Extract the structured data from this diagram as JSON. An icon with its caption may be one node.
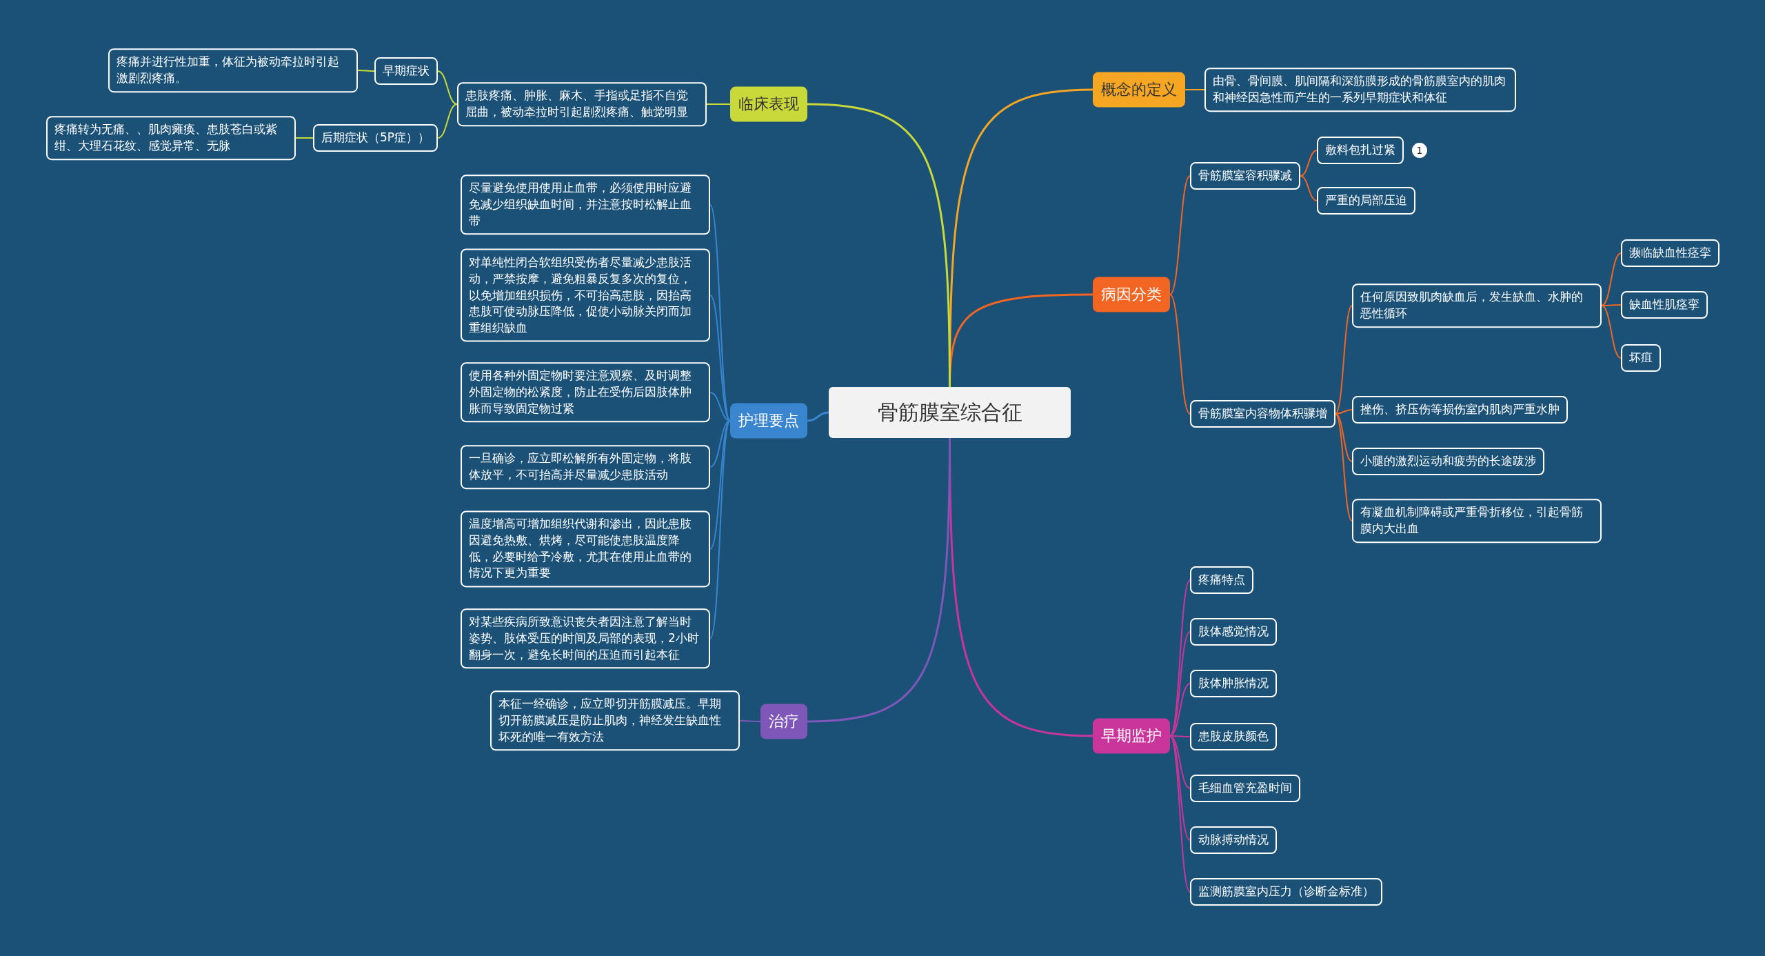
{
  "diagram": {
    "nodes": [
      {
        "text": [
          "骨筋膜室综合征"
        ]
      },
      {
        "text": [
          "概念的定义"
        ]
      },
      {
        "text": [
          "由骨、骨间膜、肌间隔和深筋膜形成的骨筋膜室内的肌肉和神经因急性而产生的一系列早期症状和体征"
        ]
      },
      {
        "text": [
          "病因分类"
        ]
      },
      {
        "text": [
          "骨筋膜室容积骤减"
        ]
      },
      {
        "text": [
          "敷料包扎过紧"
        ],
        "beside": [
          "1"
        ]
      },
      {
        "text": [
          "严重的局部压迫"
        ]
      },
      {
        "text": [
          "骨筋膜室内容物体积骤增"
        ]
      },
      {
        "text": [
          "任何原因致肌肉缺血后，发生缺血、水肿的恶性循环"
        ]
      },
      {
        "text": [
          "濒临缺血性痉挛"
        ]
      },
      {
        "text": [
          "缺血性肌痉挛"
        ]
      },
      {
        "text": [
          "坏疽"
        ]
      },
      {
        "text": [
          "挫伤、挤压伤等损伤室内肌肉严重水肿"
        ]
      },
      {
        "text": [
          "小腿的激烈运动和疲劳的长途跋涉"
        ]
      },
      {
        "text": [
          "有凝血机制障碍或严重骨折移位，引起骨筋膜内大出血"
        ]
      },
      {
        "text": [
          "早期监护"
        ]
      },
      {
        "text": [
          "疼痛特点"
        ]
      },
      {
        "text": [
          "肢体感觉情况"
        ]
      },
      {
        "text": [
          "肢体肿胀情况"
        ]
      },
      {
        "text": [
          "患肢皮肤颜色"
        ]
      },
      {
        "text": [
          "毛细血管充盈时间"
        ]
      },
      {
        "text": [
          "动脉搏动情况"
        ]
      },
      {
        "text": [
          "监测筋膜室内压力（诊断金标准）"
        ]
      },
      {
        "text": [
          "临床表现"
        ]
      },
      {
        "text": [
          "患肢疼痛、肿胀、麻木、手指或足指不自觉屈曲，被动牵拉时引起剧烈疼痛、触觉明显"
        ]
      },
      {
        "text": [
          "早期症状"
        ]
      },
      {
        "text": [
          "疼痛并进行性加重，体征为被动牵拉时引起激剧烈疼痛。"
        ]
      },
      {
        "text": [
          "后期症状（5P症））"
        ]
      },
      {
        "text": [
          "疼痛转为无痛、、肌肉瘫痪、患肢苍白或紫绀、大理石花纹、感觉异常、无脉"
        ]
      },
      {
        "text": [
          "护理要点"
        ]
      },
      {
        "text": [
          "尽量避免使用使用止血带，必须使用时应避免减少组织缺血时间，并注意按时松解止血带"
        ]
      },
      {
        "text": [
          "对单纯性闭合软组织受伤者尽量减少患肢活动，严禁按摩，避免粗暴反复多次的复位，以免增加组织损伤，不可抬高患肢，因抬高患肢可使动脉压降低，促使小动脉关闭而加重组织缺血"
        ]
      },
      {
        "text": [
          "使用各种外固定物时要注意观察、及时调整外固定物的松紧度，防止在受伤后因肢体肿胀而导致固定物过紧"
        ]
      },
      {
        "text": [
          "一旦确诊，应立即松解所有外固定物，将肢体放平，不可抬高并尽量减少患肢活动"
        ]
      },
      {
        "text": [
          "温度增高可增加组织代谢和渗出，因此患肢因避免热敷、烘烤，尽可能使患肢温度降低，必要时给予冷敷，尤其在使用止血带的情况下更为重要"
        ]
      },
      {
        "text": [
          "对某些疾病所致意识丧失者因注意了解当时姿势、肢体受压的时间及局部的表现，2小时翻身一次，避免长时间的压迫而引起本征"
        ]
      },
      {
        "text": [
          "治疗"
        ]
      },
      {
        "text": [
          "本征一经确诊，应立即切开筋膜减压。早期切开筋膜减压是防止肌肉，神经发生缺血性坏死的唯一有效方法"
        ]
      }
    ],
    "edges": [
      {
        "from": 0,
        "to": 1,
        "arrow": "none",
        "color": "#f5a623"
      },
      {
        "from": 1,
        "to": 2,
        "arrow": "none",
        "color": "#f5a623"
      },
      {
        "from": 0,
        "to": 3,
        "arrow": "none"
      },
      {
        "from": 3,
        "to": 4,
        "arrow": "none"
      },
      {
        "from": 4,
        "to": 5,
        "arrow": "none"
      },
      {
        "from": 4,
        "to": 6,
        "arrow": "none"
      },
      {
        "from": 3,
        "to": 7,
        "arrow": "none"
      },
      {
        "from": 7,
        "to": 8,
        "arrow": "none"
      },
      {
        "from": 8,
        "to": 9,
        "arrow": "none"
      },
      {
        "from": 8,
        "to": 10,
        "arrow": "none"
      },
      {
        "from": 8,
        "to": 11,
        "arrow": "none"
      },
      {
        "from": 7,
        "to": 12,
        "arrow": "none"
      },
      {
        "from": 7,
        "to": 13,
        "arrow": "none"
      },
      {
        "from": 7,
        "to": 14,
        "arrow": "none"
      },
      {
        "from": 0,
        "to": 15,
        "arrow": "none",
        "color": "#c9359b"
      },
      {
        "from": 15,
        "to": 16,
        "arrow": "none",
        "color": "#c9359b"
      },
      {
        "from": 15,
        "to": 17,
        "arrow": "none",
        "color": "#c9359b"
      },
      {
        "from": 15,
        "to": 18,
        "arrow": "none",
        "color": "#c9359b"
      },
      {
        "from": 15,
        "to": 19,
        "arrow": "none",
        "color": "#c9359b"
      },
      {
        "from": 15,
        "to": 20,
        "arrow": "none",
        "color": "#c9359b"
      },
      {
        "from": 15,
        "to": 21,
        "arrow": "none",
        "color": "#c9359b"
      },
      {
        "from": 15,
        "to": 22,
        "arrow": "none",
        "color": "#c9359b"
      },
      {
        "from": 0,
        "to": 23,
        "arrow": "none",
        "color": "#c9d93a"
      },
      {
        "from": 23,
        "to": 24,
        "arrow": "none",
        "color": "#c9d93a"
      },
      {
        "from": 24,
        "to": 25,
        "arrow": "none",
        "color": "#c9d93a"
      },
      {
        "from": 25,
        "to": 26,
        "arrow": "none",
        "color": "#c9d93a"
      },
      {
        "from": 24,
        "to": 27,
        "arrow": "none",
        "color": "#c9d93a"
      },
      {
        "from": 27,
        "to": 28,
        "arrow": "none",
        "color": "#c9d93a"
      },
      {
        "from": 0,
        "to": 29,
        "arrow": "none",
        "color": "#3a85d0"
      },
      {
        "from": 29,
        "to": 30,
        "arrow": "none",
        "color": "#3a85d0"
      },
      {
        "from": 29,
        "to": 31,
        "arrow": "none",
        "color": "#3a85d0"
      },
      {
        "from": 29,
        "to": 32,
        "arrow": "none",
        "color": "#3a85d0"
      },
      {
        "from": 29,
        "to": 33,
        "arrow": "none",
        "color": "#3a85d0"
      },
      {
        "from": 29,
        "to": 34,
        "arrow": "none",
        "color": "#3a85d0"
      },
      {
        "from": 29,
        "to": 35,
        "arrow": "none",
        "color": "#3a85d0"
      },
      {
        "from": 0,
        "to": 36,
        "arrow": "none",
        "color": "#7e57b8"
      },
      {
        "from": 36,
        "to": 37,
        "arrow": "none",
        "color": "#7e57b8"
      }
    ]
  }
}
